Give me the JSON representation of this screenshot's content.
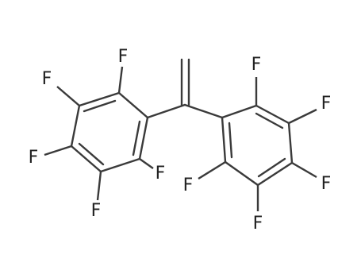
{
  "diagram": {
    "atom_labels": {
      "left_f_top": "F",
      "left_f_upper_left": "F",
      "left_f_lower_left": "F",
      "left_f_bottom": "F",
      "left_f_right": "F",
      "right_f_top": "F",
      "right_f_upper_right": "F",
      "right_f_lower_right": "F",
      "right_f_bottom": "F",
      "right_f_left": "F"
    },
    "colors": {
      "bond": "#3a3a3a",
      "label": "#222222",
      "background": "#ffffff"
    }
  }
}
